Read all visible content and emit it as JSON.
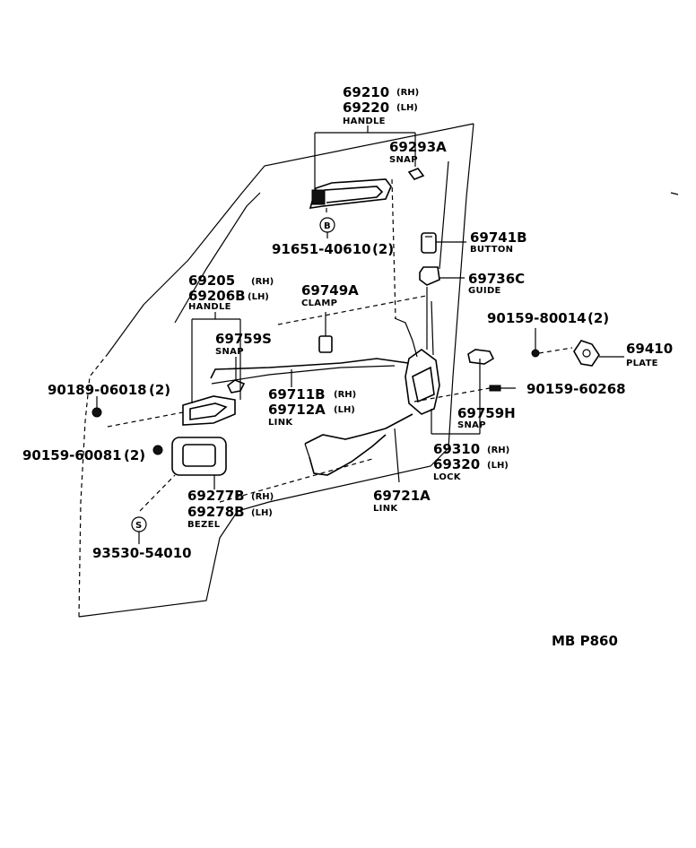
{
  "labels": {
    "handle_outer": {
      "pn1": "69210",
      "s1": "(RH)",
      "pn2": "69220",
      "s2": "(LH)",
      "name": "HANDLE"
    },
    "snap_top": {
      "pn": "69293A",
      "name": "SNAP"
    },
    "screw_b": {
      "pn": "91651-40610",
      "qty": "(2)",
      "marker": "B"
    },
    "button": {
      "pn": "69741B",
      "name": "BUTTON"
    },
    "guide": {
      "pn": "69736C",
      "name": "GUIDE"
    },
    "handle_inner": {
      "pn1": "69205",
      "s1": "(RH)",
      "pn2": "69206B",
      "s2": "(LH)",
      "name": "HANDLE"
    },
    "clamp": {
      "pn": "69749A",
      "name": "CLAMP"
    },
    "screw_80014": {
      "pn": "90159-80014",
      "qty": "(2)"
    },
    "plate": {
      "pn": "69410",
      "name": "PLATE"
    },
    "snap_s": {
      "pn": "69759S",
      "name": "SNAP"
    },
    "screw_06018": {
      "pn": "90189-06018",
      "qty": "(2)"
    },
    "link_inner": {
      "pn1": "69711B",
      "s1": "(RH)",
      "pn2": "69712A",
      "s2": "(LH)",
      "name": "LINK"
    },
    "screw_60268": {
      "pn": "90159-60268"
    },
    "snap_h": {
      "pn": "69759H",
      "name": "SNAP"
    },
    "screw_60081": {
      "pn": "90159-60081",
      "qty": "(2)"
    },
    "lock": {
      "pn1": "69310",
      "s1": "(RH)",
      "pn2": "69320",
      "s2": "(LH)",
      "name": "LOCK"
    },
    "bezel": {
      "pn1": "69277B",
      "s1": "(RH)",
      "pn2": "69278B",
      "s2": "(LH)",
      "name": "BEZEL"
    },
    "link_lower": {
      "pn": "69721A",
      "name": "LINK"
    },
    "screw_s": {
      "pn": "93530-54010",
      "marker": "S"
    },
    "figure_code": "MB P860"
  }
}
